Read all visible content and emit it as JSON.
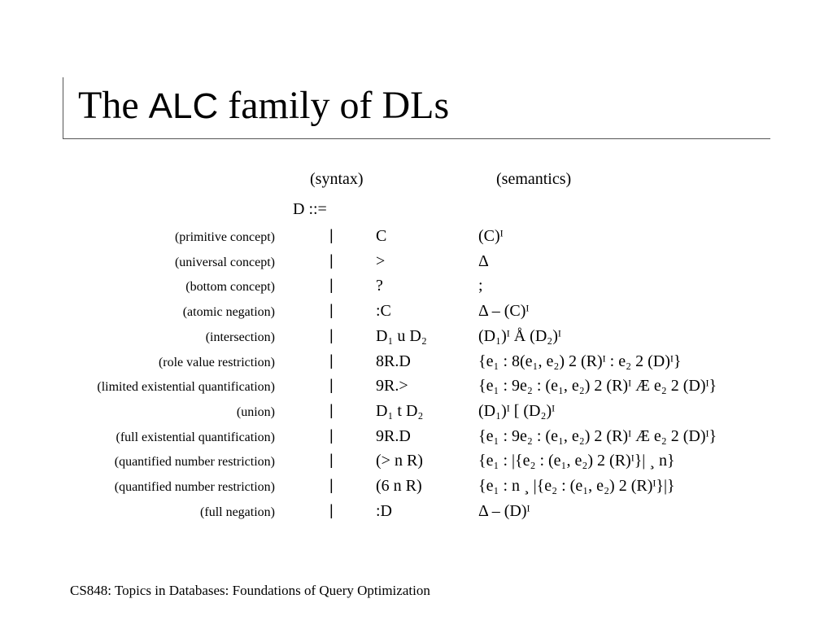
{
  "slide": {
    "title_prefix": "The ",
    "title_sans": "ALC",
    "title_suffix": " family of DLs",
    "header_syntax": "(syntax)",
    "header_semantics": "(semantics)",
    "definition_line": "D  ::=",
    "footer": "CS848: Topics in Databases:  Foundations of Query Optimization"
  },
  "rows": [
    {
      "label": "(primitive concept)",
      "bar": "|",
      "syntax": "C",
      "semantics": "(C)ᴵ"
    },
    {
      "label": "(universal concept)",
      "bar": "|",
      "syntax": ">",
      "semantics": "Δ"
    },
    {
      "label": "(bottom concept)",
      "bar": "|",
      "syntax": "?",
      "semantics": ";"
    },
    {
      "label": "(atomic negation)",
      "bar": "|",
      "syntax": ":C",
      "semantics": "Δ – (C)ᴵ"
    },
    {
      "label": "(intersection)",
      "bar": "|",
      "syntax": "D₁ u D₂",
      "semantics": "(D₁)ᴵ Å (D₂)ᴵ"
    },
    {
      "label": "(role value restriction)",
      "bar": "|",
      "syntax": "8R.D",
      "semantics": "{e₁ : 8(e₁, e₂) 2 (R)ᴵ : e₂ 2 (D)ᴵ}"
    },
    {
      "label": "(limited existential quantification)",
      "bar": "|",
      "syntax": "9R.>",
      "semantics": "{e₁ : 9e₂ : (e₁, e₂) 2 (R)ᴵ Æ e₂ 2 (D)ᴵ}"
    },
    {
      "label": "(union)",
      "bar": "|",
      "syntax": "D₁ t D₂",
      "semantics": "(D₁)ᴵ [ (D₂)ᴵ"
    },
    {
      "label": "(full existential quantification)",
      "bar": "|",
      "syntax": "9R.D",
      "semantics": "{e₁ : 9e₂ : (e₁, e₂) 2 (R)ᴵ Æ e₂ 2 (D)ᴵ}"
    },
    {
      "label": "(quantified number restriction)",
      "bar": "|",
      "syntax": "(> n R)",
      "semantics": "{e₁ : |{e₂ : (e₁, e₂) 2 (R)ᴵ}| ¸ n}"
    },
    {
      "label": "(quantified number restriction)",
      "bar": "|",
      "syntax": "(6 n R)",
      "semantics": "{e₁ : n ¸ |{e₂ : (e₁, e₂) 2 (R)ᴵ}|}"
    },
    {
      "label": "(full negation)",
      "bar": "|",
      "syntax": ":D",
      "semantics": "Δ – (D)ᴵ"
    }
  ]
}
